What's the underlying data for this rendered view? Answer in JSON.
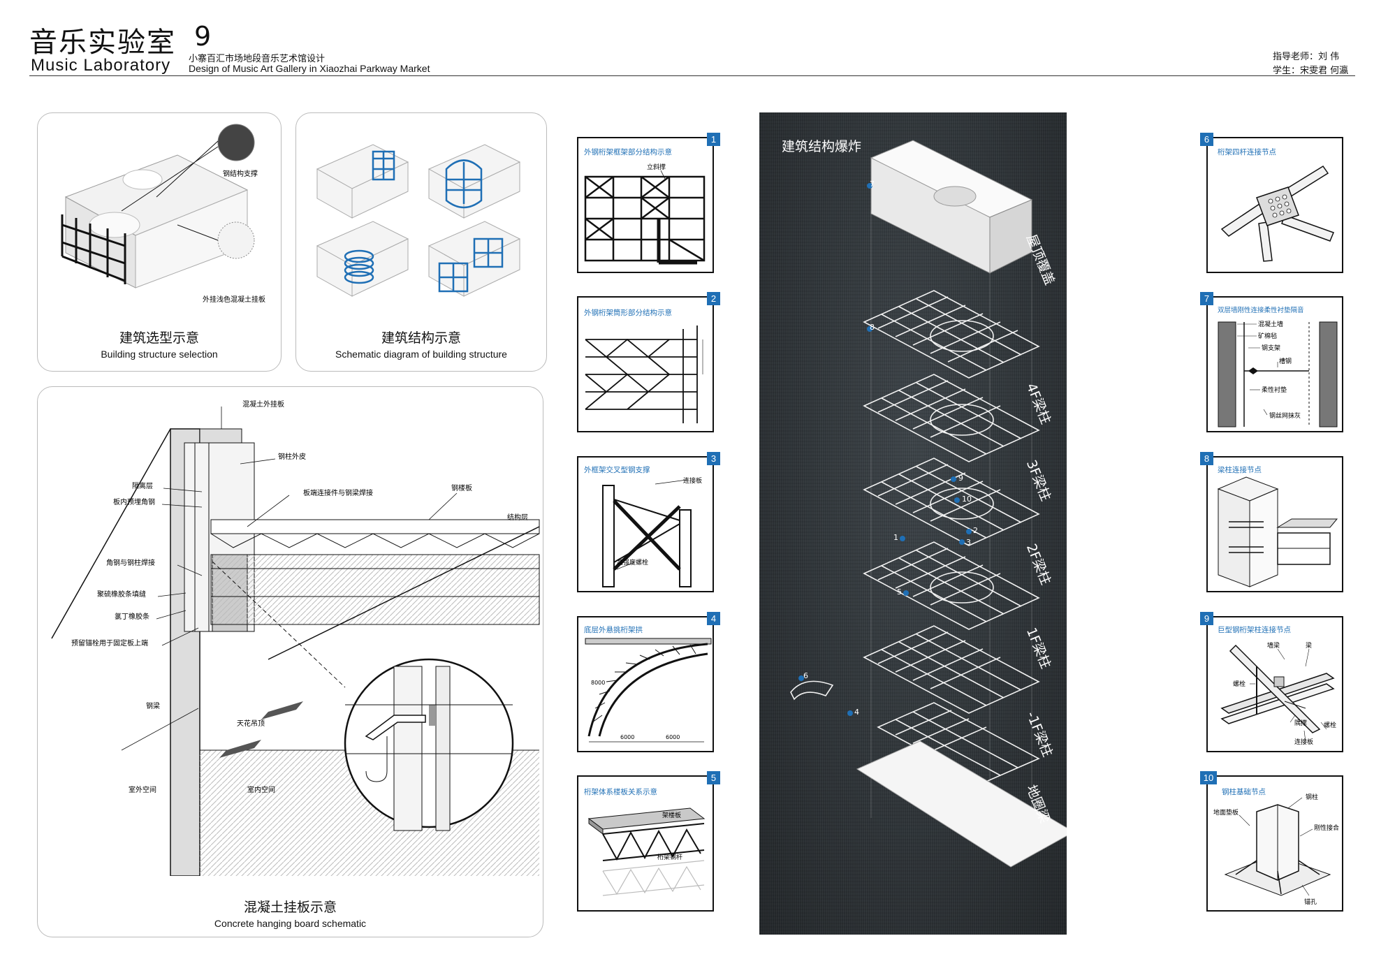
{
  "header": {
    "title_cn": "音乐实验室",
    "title_num": "9",
    "title_en": "Music  Laboratory",
    "subtitle_cn": "小寨百汇市场地段音乐艺术馆设计",
    "subtitle_en": "Design of Music Art Gallery in Xiaozhai Parkway Market",
    "advisor": "指导老师：刘  伟",
    "students": "学生：宋雯君   何瀛"
  },
  "panels": {
    "selection": {
      "title_cn": "建筑选型示意",
      "title_en": "Building structure selection",
      "labels": [
        "钢结构支撑",
        "外挂浅色混凝土挂板"
      ]
    },
    "structure": {
      "title_cn": "建筑结构示意",
      "title_en": "Schematic diagram of building structure"
    },
    "concrete": {
      "title_cn": "混凝土挂板示意",
      "title_en": "Concrete hanging board schematic",
      "labels": {
        "outer_panel": "混凝土外挂板",
        "steel_skin": "钢柱外皮",
        "isolation": "隔离层",
        "embedded_angle": "板内预埋角钢",
        "board_connector": "板端连接件与钢梁焊接",
        "steel_deck": "钢楼板",
        "structure_layer": "结构层",
        "angle_weld": "角钢与钢柱焊接",
        "rubber_fill": "聚硫橡胶条填缝",
        "chloroprene": "氯丁橡胶条",
        "anchor_bolt": "预留锚栓用于固定板上端",
        "steel_beam": "钢梁",
        "ceiling": "天花吊顶",
        "outdoor": "室外空间",
        "indoor": "室内空间"
      }
    }
  },
  "details_left": [
    {
      "num": "1",
      "title": "外钢桁架框架部分结构示意",
      "labels": [
        "立斜撑"
      ]
    },
    {
      "num": "2",
      "title": "外钢桁架筒形部分结构示意",
      "labels": []
    },
    {
      "num": "3",
      "title": "外框架交叉型钢支撑",
      "labels": [
        "连接板",
        "高强度螺栓"
      ]
    },
    {
      "num": "4",
      "title": "底层外悬挑桁架拱",
      "labels": [
        "8000",
        "6000",
        "6000"
      ]
    },
    {
      "num": "5",
      "title": "桁架体系楼板关系示意",
      "labels": [
        "架楼板",
        "桁架钢杆"
      ]
    }
  ],
  "explode": {
    "title": "建筑结构爆炸",
    "floors": [
      "屋顶覆盖",
      "4F梁柱",
      "3F梁柱",
      "2F梁柱",
      "1F梁柱",
      "-1F梁柱",
      "地圈梁"
    ],
    "markers": [
      "7",
      "8",
      "9",
      "10",
      "1",
      "2",
      "3",
      "5",
      "6",
      "4"
    ]
  },
  "details_right": [
    {
      "num": "6",
      "title": "桁架四杆连接节点",
      "labels": []
    },
    {
      "num": "7",
      "title": "双层墙刚性连接柔性衬垫隔音",
      "labels": [
        "混凝土墙",
        "矿棉毡",
        "钢支架",
        "槽钢",
        "柔性衬垫",
        "钢丝网抹灰"
      ]
    },
    {
      "num": "8",
      "title": "梁柱连接节点",
      "labels": []
    },
    {
      "num": "9",
      "title": "巨型钢桁架柱连接节点",
      "labels": [
        "墙梁",
        "梁",
        "螺栓",
        "隅撑",
        "连接板",
        "螺栓"
      ]
    },
    {
      "num": "10",
      "title": "钢柱基础节点",
      "labels": [
        "钢柱",
        "地面垫板",
        "刚性接合",
        "锚孔"
      ]
    }
  ],
  "colors": {
    "accent_blue": "#1f6fb5",
    "dark_panel": "#2a2f33",
    "line": "#111111"
  }
}
